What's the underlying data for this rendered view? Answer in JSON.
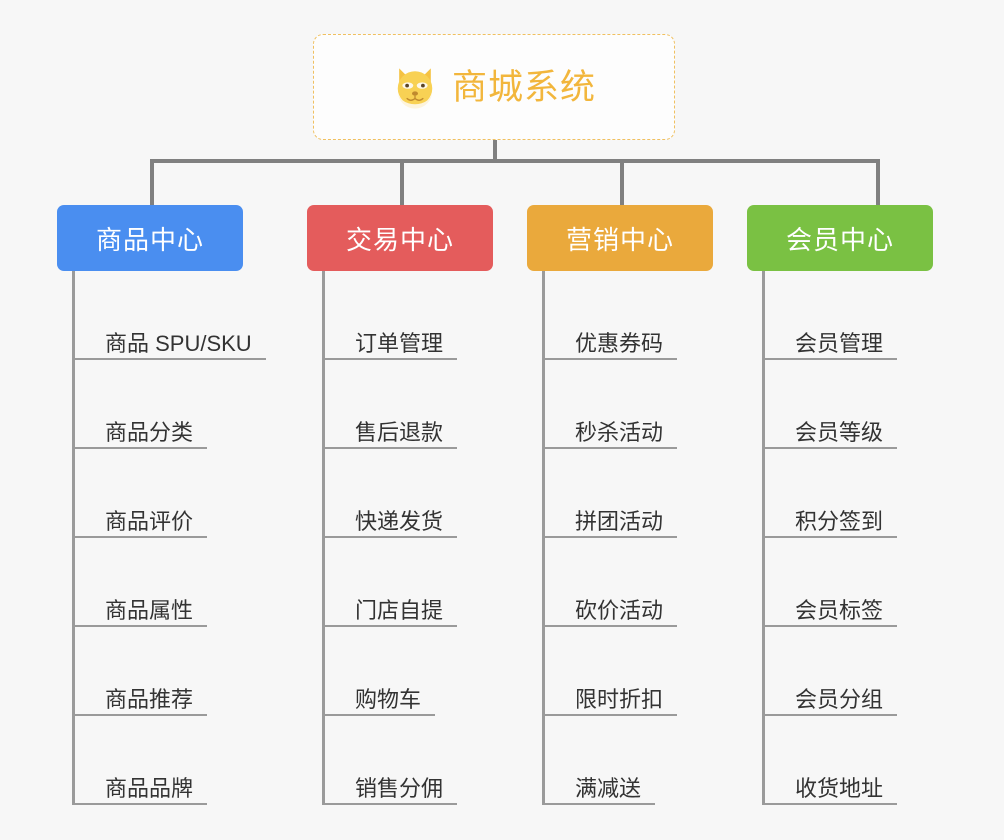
{
  "root": {
    "title": "商城系统",
    "icon": "dog-face-icon",
    "border_color": "#f0c060",
    "text_color": "#f2b63c"
  },
  "canvas": {
    "background": "#f7f7f7",
    "connector_color": "#808080",
    "leaf_line_color": "#9a9a9a"
  },
  "branches": [
    {
      "label": "商品中心",
      "color": "#4a8ef0",
      "items": [
        "商品 SPU/SKU",
        "商品分类",
        "商品评价",
        "商品属性",
        "商品推荐",
        "商品品牌"
      ]
    },
    {
      "label": "交易中心",
      "color": "#e45c5c",
      "items": [
        "订单管理",
        "售后退款",
        "快递发货",
        "门店自提",
        "购物车",
        "销售分佣"
      ]
    },
    {
      "label": "营销中心",
      "color": "#eaa93c",
      "items": [
        "优惠券码",
        "秒杀活动",
        "拼团活动",
        "砍价活动",
        "限时折扣",
        "满减送"
      ]
    },
    {
      "label": "会员中心",
      "color": "#7ac143",
      "items": [
        "会员管理",
        "会员等级",
        "积分签到",
        "会员标签",
        "会员分组",
        "收货地址"
      ]
    }
  ]
}
